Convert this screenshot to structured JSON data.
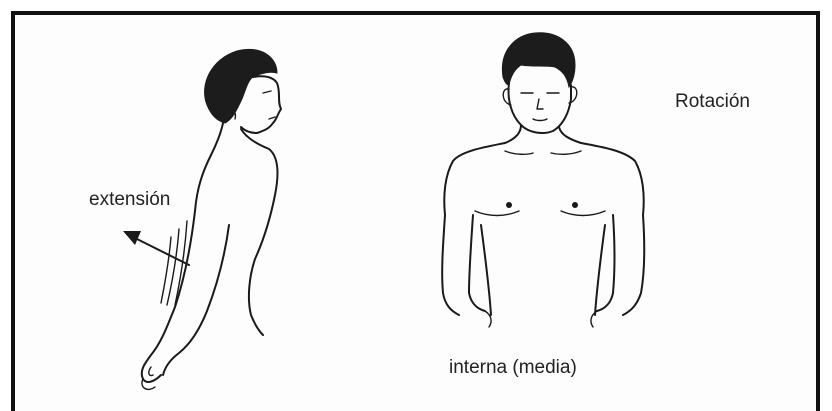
{
  "labels": {
    "extension": "extensión",
    "rotation": "Rotación",
    "internal": "interna (media)"
  },
  "icons": {
    "extension_arrow": "arrow-up-left-icon"
  }
}
